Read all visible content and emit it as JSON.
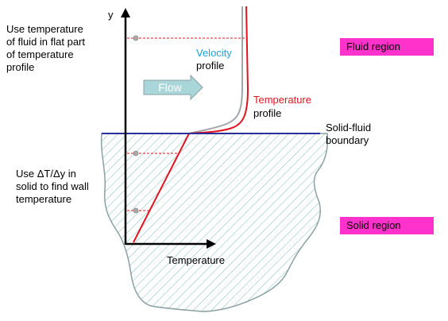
{
  "notes": {
    "fluid_note_lines": [
      "Use temperature",
      "of fluid in flat part",
      "of temperature",
      "profile"
    ],
    "solid_note_lines": [
      "Use ΔT/Δy in",
      "solid to find wall",
      "temperature"
    ]
  },
  "labels": {
    "y_axis": "y",
    "x_axis": "Temperature",
    "flow": "Flow",
    "velocity_line1": "Velocity",
    "velocity_line2": "profile",
    "temperature_line1": "Temperature",
    "temperature_line2": "profile",
    "boundary_line1": "Solid-fluid",
    "boundary_line2": "boundary"
  },
  "regions": {
    "fluid": "Fluid region",
    "solid": "Solid region"
  },
  "colors": {
    "temperature_profile": "#e0141e",
    "velocity_profile": "#a0a6aa",
    "boundary": "#2b2f9a",
    "velocity_label": "#1aa3d9",
    "temperature_label": "#e0141e",
    "region_badge": "#ff33cc",
    "flow_arrow_fill": "#a9d6d8",
    "solid_hatch": "#7fbcbc",
    "solid_outline": "#8aa0a3"
  }
}
